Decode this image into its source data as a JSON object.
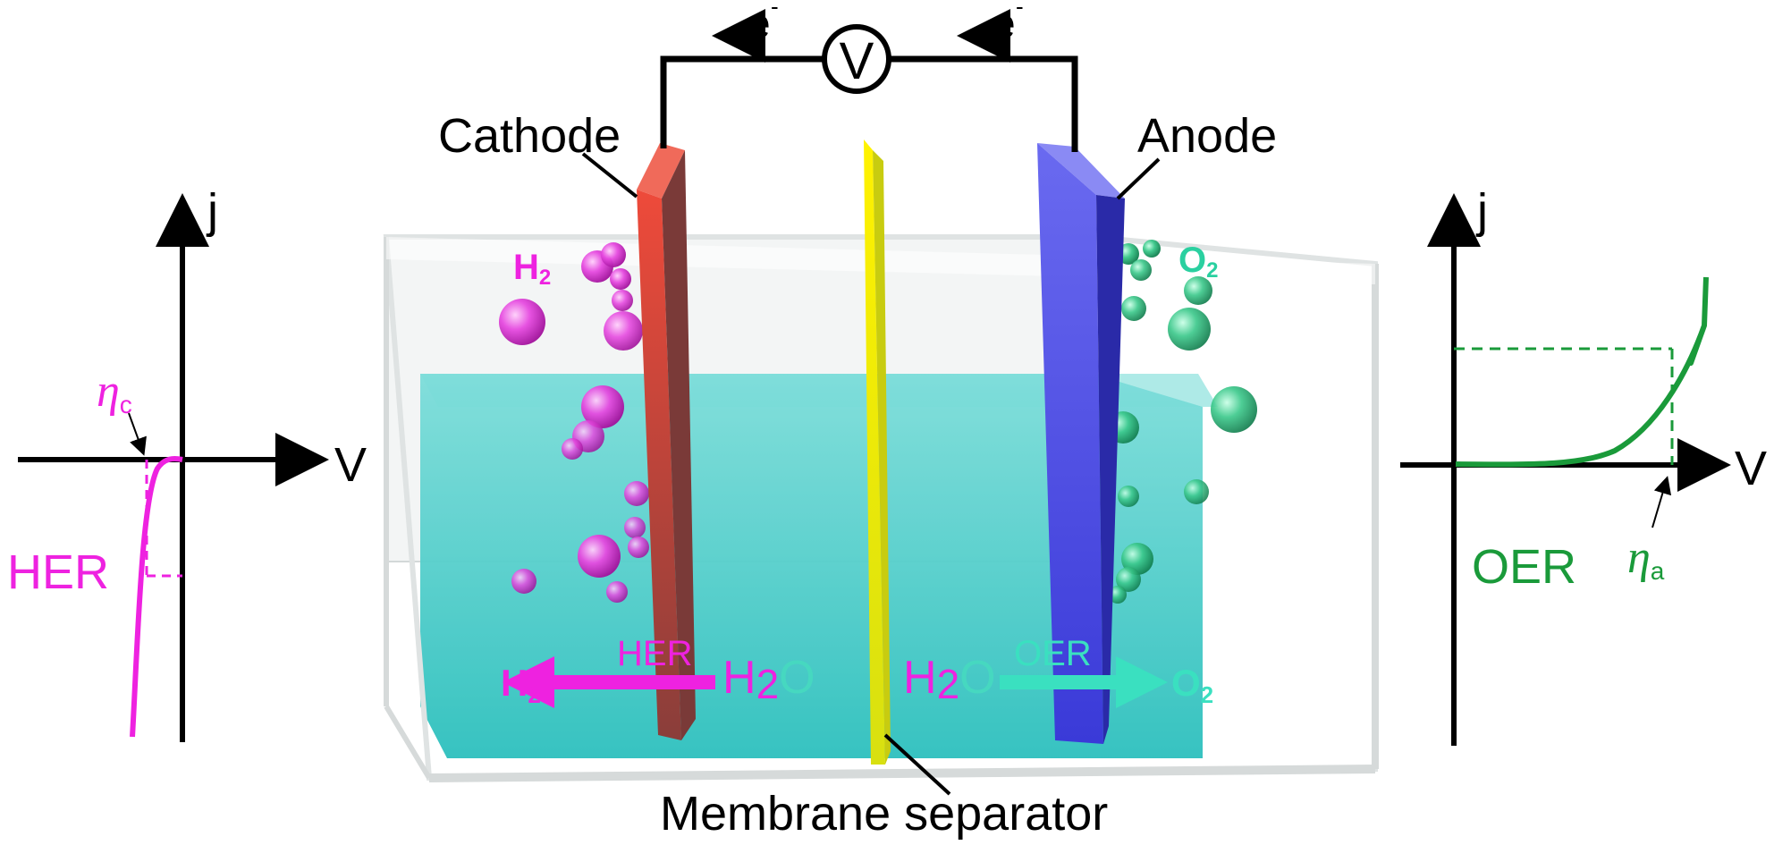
{
  "labels": {
    "cathode": "Cathode",
    "anode": "Anode",
    "membrane": "Membrane separator",
    "voltmeter": "V",
    "electron": "e",
    "electron_sup": "-",
    "h2_top_main": "H",
    "h2_top_sub": "2",
    "o2_top_main": "O",
    "o2_top_sub": "2",
    "her_reaction": "HER",
    "oer_reaction": "OER",
    "h2_bottom_main": "H",
    "h2_bottom_sub": "2",
    "o2_bottom_main": "O",
    "o2_bottom_sub": "2",
    "h2o_left_h": "H",
    "h2o_left_2": "2",
    "h2o_left_o": "O",
    "h2o_right_h": "H",
    "h2o_right_2": "2",
    "h2o_right_o": "O"
  },
  "left_plot": {
    "y_axis": "j",
    "x_axis": "V",
    "curve_label": "HER",
    "overpotential_symbol": "η",
    "overpotential_sub": "c"
  },
  "right_plot": {
    "y_axis": "j",
    "x_axis": "V",
    "curve_label": "OER",
    "overpotential_symbol": "η",
    "overpotential_sub": "a"
  },
  "colors": {
    "her": "#ee22e0",
    "oer": "#1a9a3a",
    "cathode": "#c84a40",
    "anode": "#5a5ae8",
    "membrane": "#f2e600",
    "electrolyte": "#2ec8c4",
    "h2_bubble": "#e64ae0",
    "o2_bubble": "#3ac88a"
  }
}
